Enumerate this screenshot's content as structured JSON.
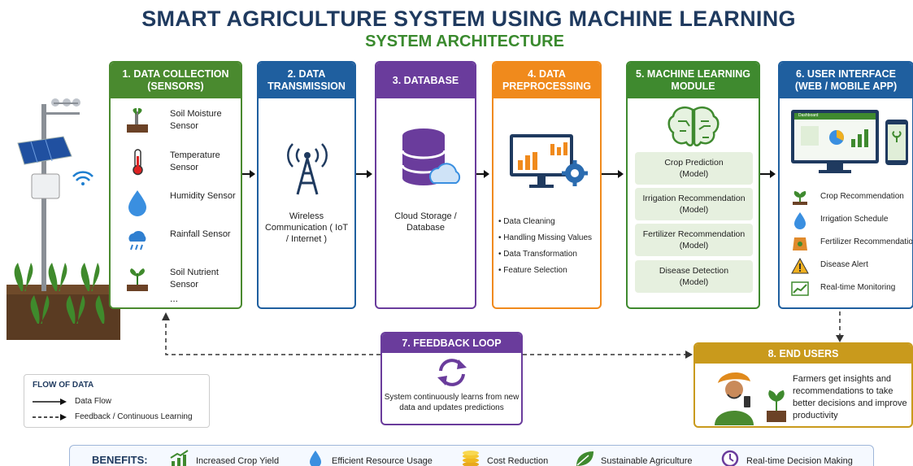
{
  "header": {
    "title": "SMART AGRICULTURE SYSTEM USING MACHINE LEARNING",
    "subtitle": "SYSTEM ARCHITECTURE"
  },
  "colors": {
    "navy": "#1f3a5f",
    "green": "#4a8a2f",
    "blue": "#1f5f9f",
    "purple": "#6a3c9c",
    "orange": "#f08a1c",
    "gold": "#c99a1c"
  },
  "data_collection": {
    "title": "1. DATA COLLECTION (SENSORS)",
    "sensors": [
      {
        "label": "Soil Moisture Sensor",
        "icon": "soil-moisture-icon"
      },
      {
        "label": "Temperature Sensor",
        "icon": "thermometer-icon"
      },
      {
        "label": "Humidity Sensor",
        "icon": "water-drop-icon"
      },
      {
        "label": "Rainfall Sensor",
        "icon": "rain-cloud-icon"
      },
      {
        "label": "Soil Nutrient Sensor",
        "icon": "plant-icon"
      }
    ],
    "more": "..."
  },
  "data_transmission": {
    "title": "2. DATA TRANSMISSION",
    "text": "Wireless Communication ( IoT / Internet )"
  },
  "database": {
    "title": "3. DATABASE",
    "text": "Cloud Storage / Database"
  },
  "preprocessing": {
    "title": "4. DATA PREPROCESSING",
    "steps": [
      "Data Cleaning",
      "Handling Missing Values",
      "Data Transformation",
      "Feature Selection"
    ]
  },
  "ml_module": {
    "title": "5. MACHINE LEARNING MODULE",
    "models": [
      {
        "name": "Crop Prediction",
        "sub": "(Model)"
      },
      {
        "name": "Irrigation Recommendation",
        "sub": "(Model)"
      },
      {
        "name": "Fertilizer Recommendation",
        "sub": "(Model)"
      },
      {
        "name": "Disease Detection",
        "sub": "(Model)"
      }
    ]
  },
  "user_interface": {
    "title": "6. USER INTERFACE (WEB / MOBILE APP)",
    "screen_label": "Dashboard",
    "items": [
      {
        "label": "Crop Recommendation",
        "icon": "seedling-icon"
      },
      {
        "label": "Irrigation Schedule",
        "icon": "water-drop-icon"
      },
      {
        "label": "Fertilizer Recommendation",
        "icon": "fertilizer-bag-icon"
      },
      {
        "label": "Disease Alert",
        "icon": "warning-icon"
      },
      {
        "label": "Real-time Monitoring",
        "icon": "trend-chart-icon"
      }
    ]
  },
  "feedback": {
    "title": "7. FEEDBACK LOOP",
    "text": "System continuously learns from new data and updates predictions"
  },
  "end_users": {
    "title": "8. END USERS",
    "text": "Farmers get insights and recommendations to take better decisions and improve productivity"
  },
  "legend": {
    "title": "FLOW OF DATA",
    "data_flow": "Data Flow",
    "feedback": "Feedback / Continuous Learning"
  },
  "benefits": {
    "title": "BENEFITS:",
    "items": [
      {
        "label": "Increased Crop Yield",
        "icon": "growth-chart-icon"
      },
      {
        "label": "Efficient Resource Usage",
        "icon": "water-drop-icon"
      },
      {
        "label": "Cost Reduction",
        "icon": "coins-icon"
      },
      {
        "label": "Sustainable Agriculture",
        "icon": "leaf-icon"
      },
      {
        "label": "Real-time Decision Making",
        "icon": "clock-icon"
      }
    ]
  }
}
